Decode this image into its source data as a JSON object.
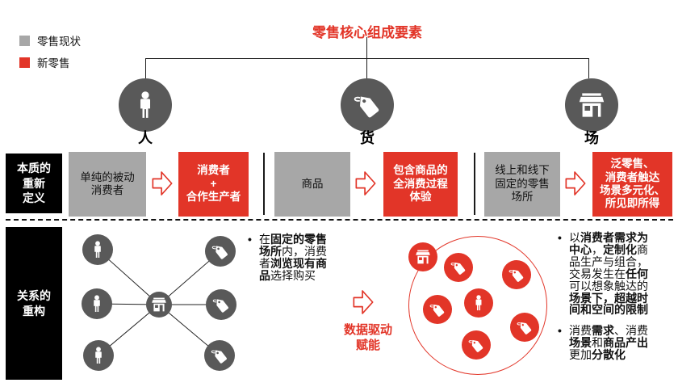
{
  "colors": {
    "accent_red": "#e23528",
    "gray_box": "#a7a7a7",
    "dark_circle": "#595959",
    "black": "#000000"
  },
  "legend": {
    "items": [
      {
        "label": "零售现状",
        "swatch": "gray",
        "color": "#a7a7a7"
      },
      {
        "label": "新零售",
        "swatch": "red",
        "color": "#e23528"
      }
    ]
  },
  "header": {
    "title": "零售核心组成要素"
  },
  "pillars": [
    {
      "icon": "person-icon",
      "label": "人"
    },
    {
      "icon": "tag-icon",
      "label": "货"
    },
    {
      "icon": "store-icon",
      "label": "场"
    }
  ],
  "redef": {
    "row_label_lines": [
      "本质的",
      "重新",
      "定义"
    ],
    "columns": [
      {
        "before_lines": [
          "单纯的被动",
          "消费者"
        ],
        "after_lines": [
          "消费者",
          "+",
          "合作生产者"
        ]
      },
      {
        "before_lines": [
          "商品"
        ],
        "after_lines": [
          "包含商品的",
          "全消费过程",
          "体验"
        ]
      },
      {
        "before_lines": [
          "线上和线下",
          "固定的零售",
          "场所"
        ],
        "after_lines": [
          "泛零售、",
          "消费者触达",
          "场景多元化、",
          "所见即所得"
        ]
      }
    ]
  },
  "restructure": {
    "row_label_lines": [
      "关系的",
      "重构"
    ],
    "bullet_char": "•",
    "old_network": {
      "consumers": [
        "person-icon",
        "person-icon",
        "person-icon"
      ],
      "hub": "store-icon",
      "goods": [
        "tag-icon",
        "tag-icon",
        "tag-icon"
      ]
    },
    "old_note": {
      "segments": [
        {
          "t": "在"
        },
        {
          "t": "固定的零售场所",
          "b": true
        },
        {
          "t": "内，消费者"
        },
        {
          "t": "浏览现有商品",
          "b": true
        },
        {
          "t": "选择购买"
        }
      ]
    },
    "transform_label_lines": [
      "数据驱动",
      "赋能"
    ],
    "new_network": {
      "center": "person-icon",
      "satellites": [
        "store-icon",
        "tag-icon",
        "tag-icon",
        "tag-icon",
        "tag-icon",
        "tag-icon"
      ]
    },
    "new_notes": [
      {
        "segments": [
          {
            "t": "以"
          },
          {
            "t": "消费者需求为中心",
            "b": true
          },
          {
            "t": "，"
          },
          {
            "t": "定制化",
            "b": true
          },
          {
            "t": "商品生产与组合，交易发生在"
          },
          {
            "t": "任何",
            "b": true
          },
          {
            "t": "可以想象触达的"
          },
          {
            "t": "场景下，超越时间和空间的限制",
            "b": true
          }
        ]
      },
      {
        "segments": [
          {
            "t": "消费"
          },
          {
            "t": "需求",
            "b": true
          },
          {
            "t": "、消费"
          },
          {
            "t": "场景",
            "b": true
          },
          {
            "t": "和"
          },
          {
            "t": "商品产出",
            "b": true
          },
          {
            "t": "更加"
          },
          {
            "t": "分散化",
            "b": true
          }
        ]
      }
    ]
  }
}
